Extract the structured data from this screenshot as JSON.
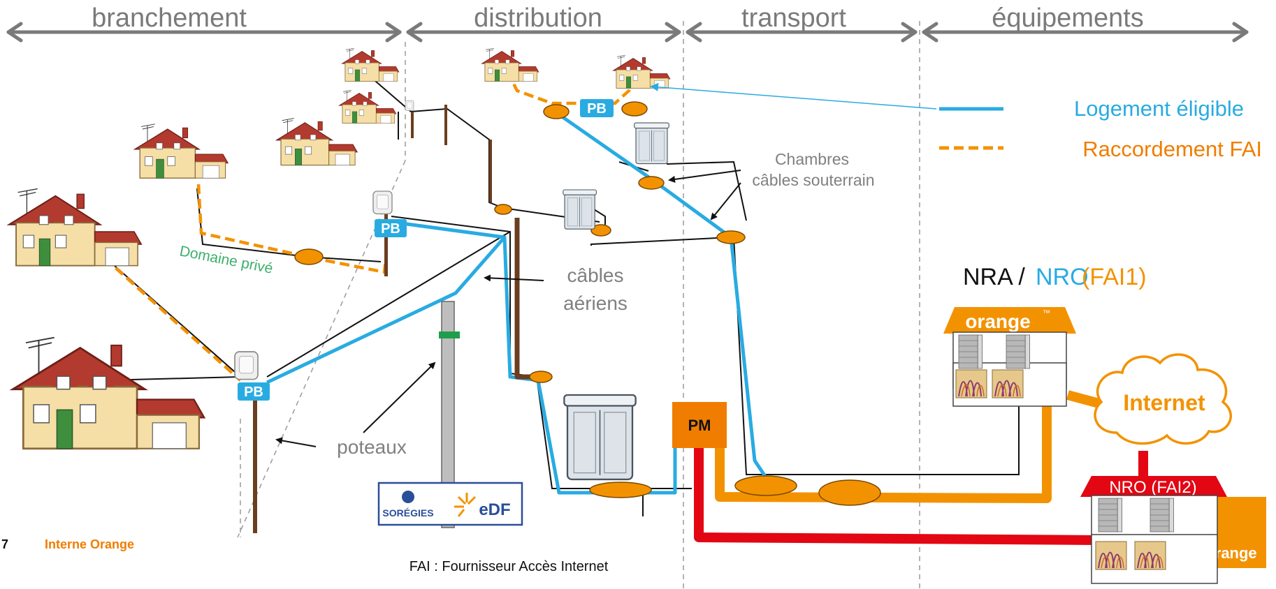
{
  "sections": [
    {
      "label": "branchement"
    },
    {
      "label": "distribution"
    },
    {
      "label": "transport"
    },
    {
      "label": "équipements"
    }
  ],
  "legend": {
    "eligible": {
      "label": "Logement éligible",
      "color": "#29ABE2"
    },
    "raccordement": {
      "label": "Raccordement  FAI",
      "color": "#F39200"
    }
  },
  "labels": {
    "chambres_line1": "Chambres",
    "chambres_line2": "câbles souterrain",
    "cables_line1": "câbles",
    "cables_line2": "aériens",
    "domaine": "Domaine privé",
    "poteaux": "poteaux",
    "pb": "PB",
    "pm": "PM",
    "internet": "Internet",
    "nra_part1": "NRA / ",
    "nra_part2": "NRO",
    "nra_part3": " (FAI1)",
    "nro2": "NRO (FAI2)",
    "orange": "orange",
    "tm": "™",
    "soregies": "SORÉGIES",
    "edf": "eDF",
    "footnote": "FAI : Fournisseur Accès Internet",
    "page_number": "7",
    "footer": "Interne Orange"
  },
  "colors": {
    "blue": "#29ABE2",
    "orange": "#F39200",
    "red": "#E30613",
    "green_text": "#3DB06B",
    "gray_text": "#808080",
    "arrow_gray": "#6E6E6E",
    "pole_brown": "#6B3E1F"
  }
}
